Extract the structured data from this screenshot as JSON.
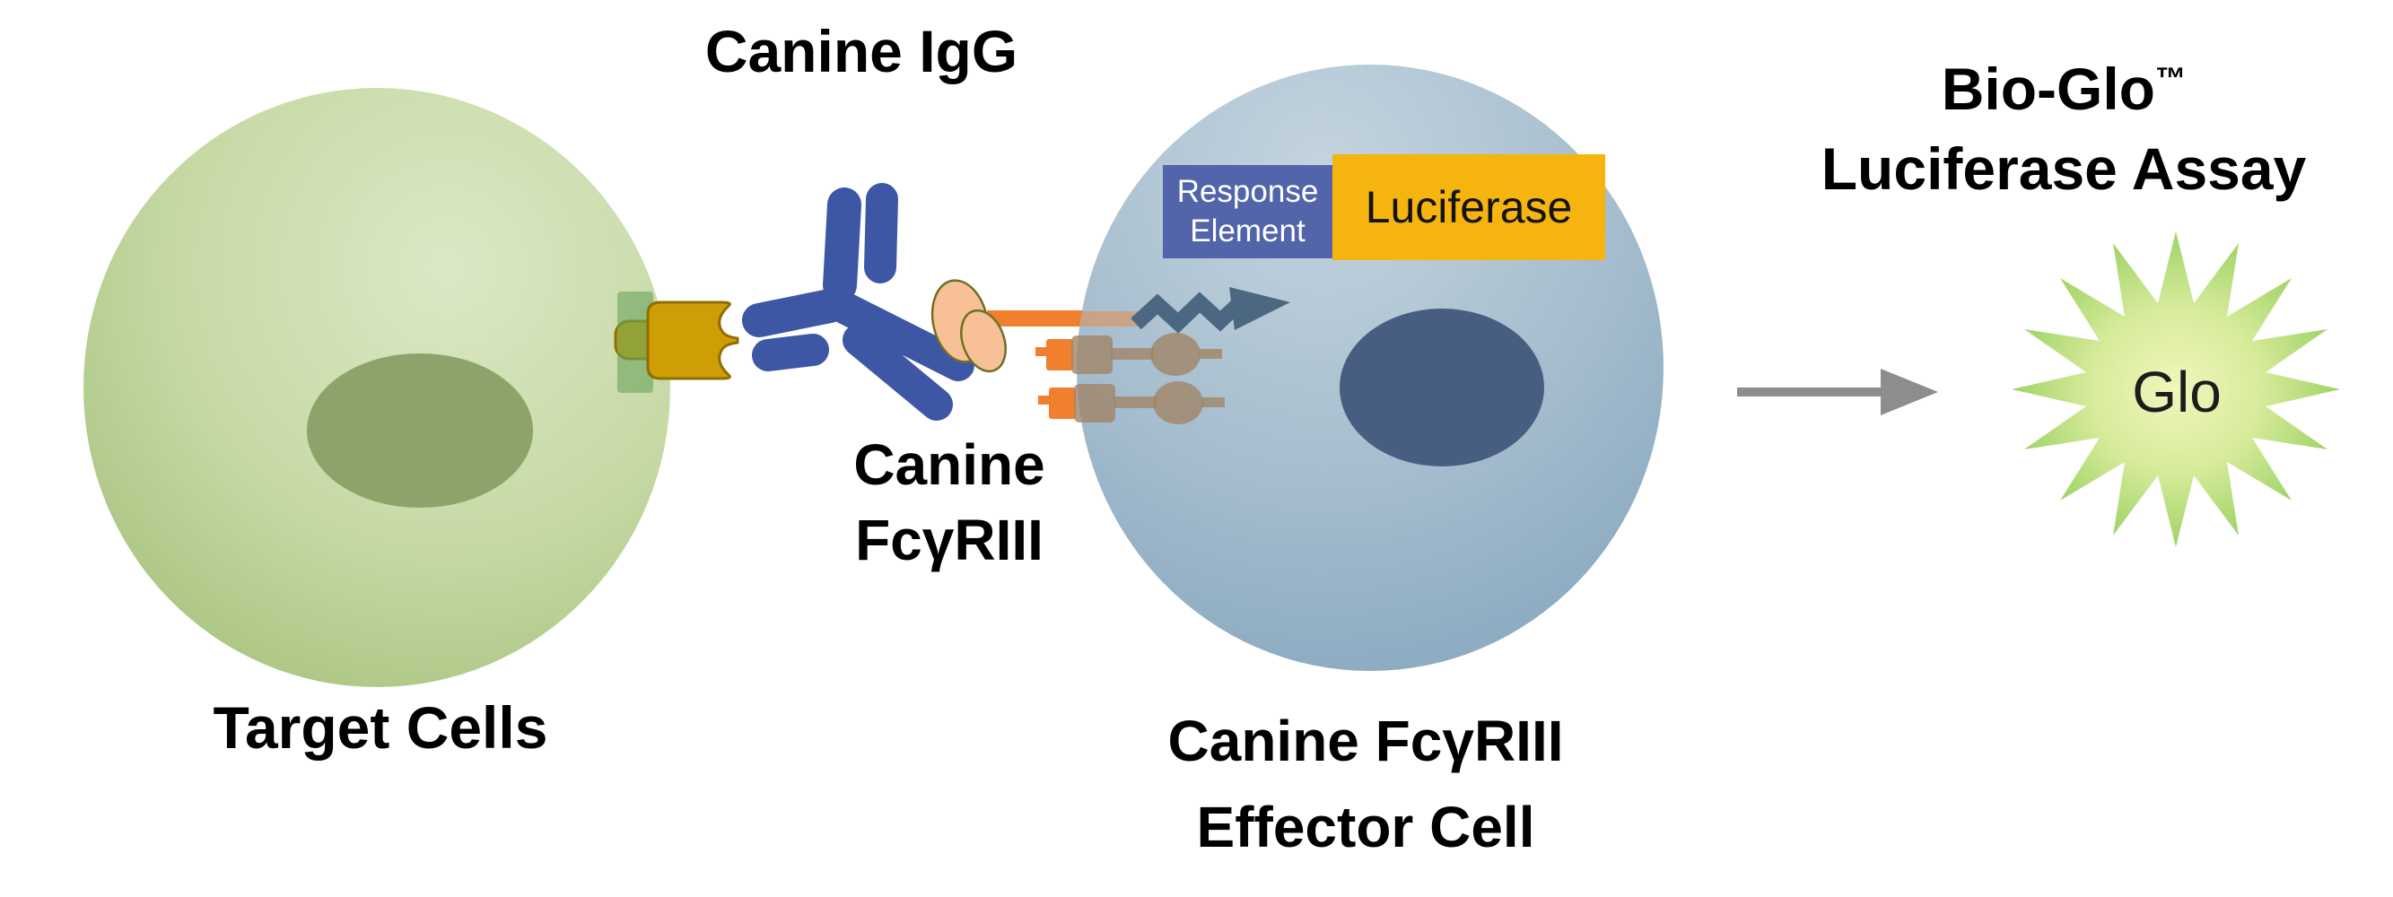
{
  "diagram_title": "Canine FcγRIII ADCC Reporter Bioassay pathway",
  "labels": {
    "canine_igg": "Canine IgG",
    "fcgriii_line1": "Canine",
    "fcgriii_line2": "FcγRIII",
    "target_cells": "Target Cells",
    "effector_line1": "Canine FcγRIII",
    "effector_line2": "Effector Cell",
    "response_element_line1": "Response",
    "response_element_line2": "Element",
    "luciferase": "Luciferase",
    "bio_glo": "Bio-Glo",
    "bio_glo_tm": "™",
    "bio_glo_line2": "Luciferase Assay",
    "glo": "Glo"
  },
  "colors": {
    "background": "#ffffff",
    "text_black": "#000000",
    "target_cell_green": "#c9dca6",
    "target_nucleus_olive": "#8ca46a",
    "effector_cell_blue": "#a4bccd",
    "effector_nucleus_navy": "#475e80",
    "antibody_blue": "#3e57a5",
    "antigen_gold": "#cf9d06",
    "antigen_gold_outline": "#8f6e03",
    "membrane_antigen_green": "#6aa45c",
    "receptor_head_peach": "#f8c096",
    "receptor_head_outline": "#6e7026",
    "linker_orange": "#f0802d",
    "signaling_receptor_grey": "#a08468",
    "signal_arrow_slate": "#4b6781",
    "response_element_indigo": "#5264aa",
    "luciferase_amber": "#f6b40e",
    "reaction_arrow_grey": "#8d8d8d",
    "starburst_green": "#9ad162",
    "starburst_center": "#f1f6bb"
  }
}
